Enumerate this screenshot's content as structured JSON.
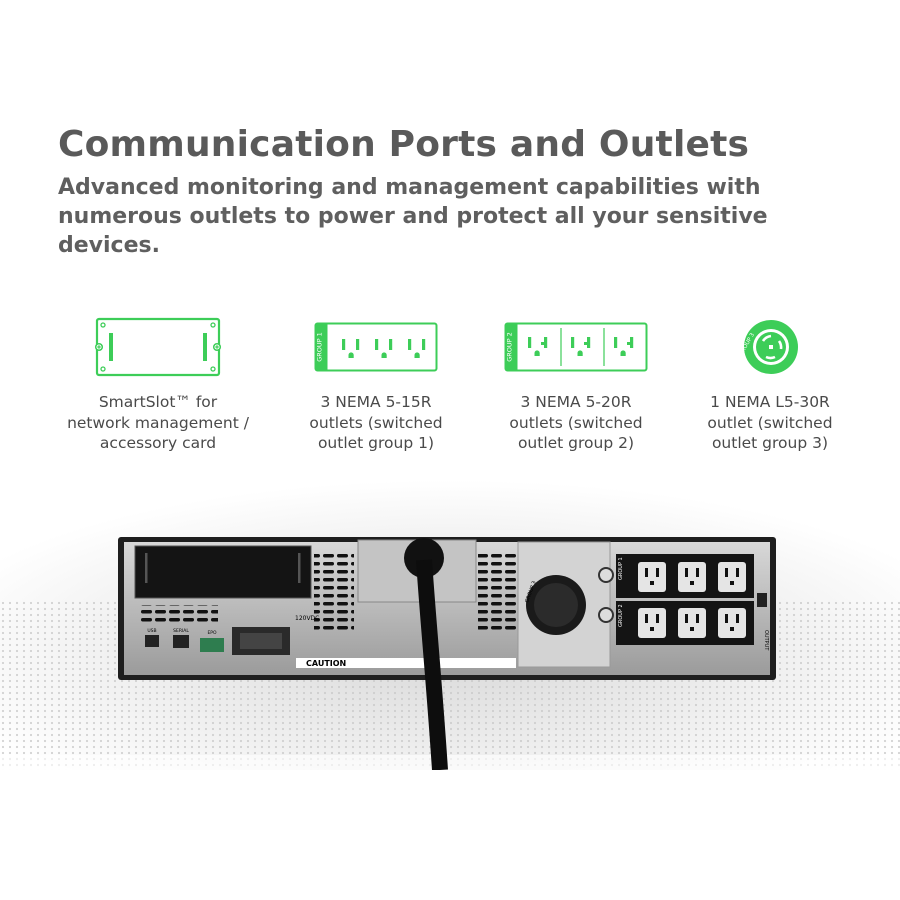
{
  "heading": {
    "title": "Communication Ports and Outlets",
    "subtitle_line1": "Advanced monitoring and management capabilities with",
    "subtitle_line2": "numerous outlets to power and protect all your sensitive devices."
  },
  "features": [
    {
      "icon": "smartslot-card-icon",
      "line1": "SmartSlot™ for",
      "line2": "network management /",
      "line3": "accessory card"
    },
    {
      "icon": "nema-5-15r-outlet-icon",
      "line1": "3 NEMA 5-15R",
      "line2": "outlets (switched",
      "line3": "outlet group 1)",
      "group_label": "GROUP 1"
    },
    {
      "icon": "nema-5-20r-outlet-icon",
      "line1": "3 NEMA 5-20R",
      "line2": "outlets (switched",
      "line3": "outlet group 2)",
      "group_label": "GROUP 2"
    },
    {
      "icon": "nema-l5-30r-outlet-icon",
      "line1": "1 NEMA L5-30R",
      "line2": "outlet (switched",
      "line3": "outlet group 3)",
      "group_label": "GROUP 3"
    }
  ],
  "rear_panel": {
    "caution": "CAUTION",
    "battery_label": "120VDC",
    "port_usb": "USB",
    "port_serial": "SERIAL",
    "port_epo": "EPO",
    "group1": "GROUP 1",
    "group2": "GROUP 2",
    "group3": "GROUP 3",
    "output": "OUTPUT"
  },
  "colors": {
    "accent_green": "#3dcd58",
    "heading_gray": "#5a5a5a",
    "body_gray": "#4a4a4a"
  }
}
